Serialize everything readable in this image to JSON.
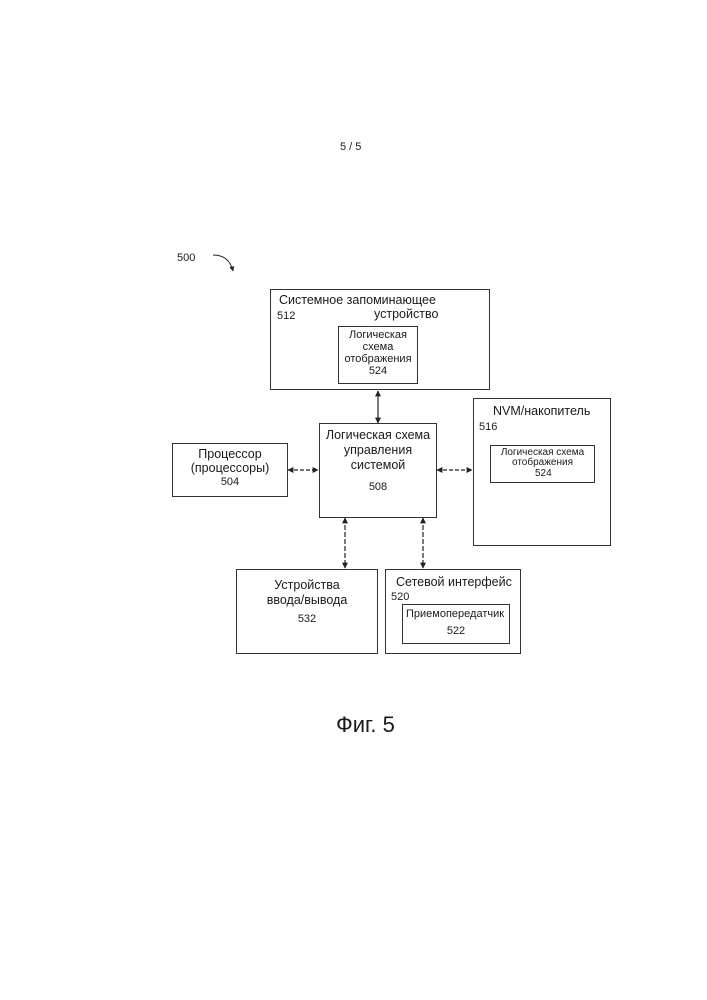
{
  "page_number": "5 / 5",
  "figure_ref": "500",
  "figure_caption": "Фиг. 5",
  "blocks": {
    "system_memory": {
      "title": "Системное запоминающее устройство",
      "title_line1": "Системное запоминающее",
      "title_line2": "устройство",
      "number": "512",
      "inner": {
        "line1": "Логическая",
        "line2": "схема",
        "line3": "отображения",
        "number": "524"
      }
    },
    "nvm": {
      "title": "NVM/накопитель",
      "number": "516",
      "inner": {
        "line1": "Логическая схема",
        "line2": "отображения",
        "number": "524"
      }
    },
    "system_control": {
      "line1": "Логическая схема",
      "line2": "управления",
      "line3": "системой",
      "number": "508"
    },
    "processor": {
      "line1": "Процессор",
      "line2": "(процессоры)",
      "number": "504"
    },
    "io_devices": {
      "line1": "Устройства",
      "line2": "ввода/вывода",
      "number": "532"
    },
    "network_interface": {
      "title": "Сетевой интерфейс",
      "number": "520",
      "inner": {
        "label": "Приемопередатчик",
        "number": "522"
      }
    }
  }
}
